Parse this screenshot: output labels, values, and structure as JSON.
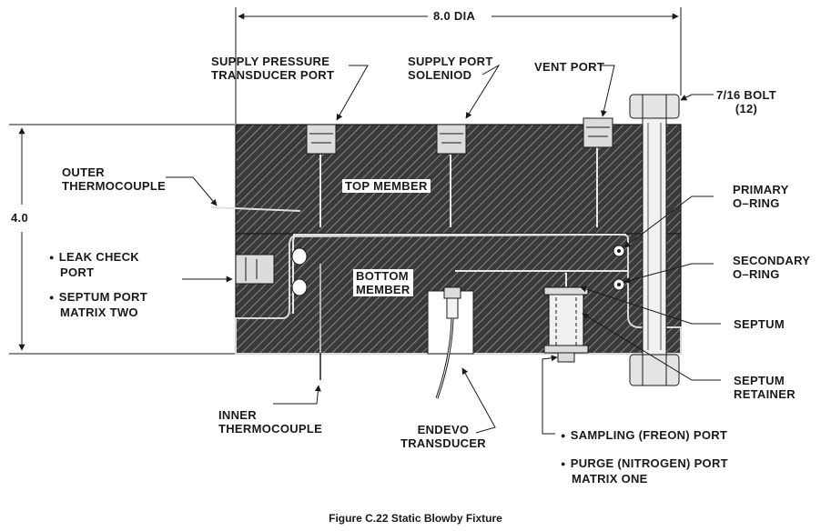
{
  "figure": {
    "caption": "Figure C.22  Static Blowby Fixture"
  },
  "dimensions": {
    "diameter": "8.0 DIA",
    "height": "4.0"
  },
  "labels": {
    "supply_pressure_transducer_port": [
      "SUPPLY PRESSURE",
      "TRANSDUCER PORT"
    ],
    "supply_port_solenoid": [
      "SUPPLY PORT",
      "SOLENIOD"
    ],
    "vent_port": "VENT PORT",
    "bolt": [
      "7/16 BOLT",
      "(12)"
    ],
    "outer_thermocouple": [
      "OUTER",
      "THERMOCOUPLE"
    ],
    "top_member": "TOP MEMBER",
    "primary_oring": [
      "PRIMARY",
      "O–RING"
    ],
    "leak_check_port": [
      "LEAK CHECK",
      "PORT"
    ],
    "septum_port_matrix_two": [
      "SEPTUM PORT",
      "MATRIX TWO"
    ],
    "bottom_member": [
      "BOTTOM",
      "MEMBER"
    ],
    "secondary_oring": [
      "SECONDARY",
      "O–RING"
    ],
    "septum": "SEPTUM",
    "septum_retainer": [
      "SEPTUM",
      "RETAINER"
    ],
    "inner_thermocouple": [
      "INNER",
      "THERMOCOUPLE"
    ],
    "endevo_transducer": [
      "ENDEVO",
      "TRANSDUCER"
    ],
    "sampling_port": "SAMPLING (FREON) PORT",
    "purge_port": [
      "PURGE (NITROGEN) PORT",
      "MATRIX ONE"
    ]
  }
}
